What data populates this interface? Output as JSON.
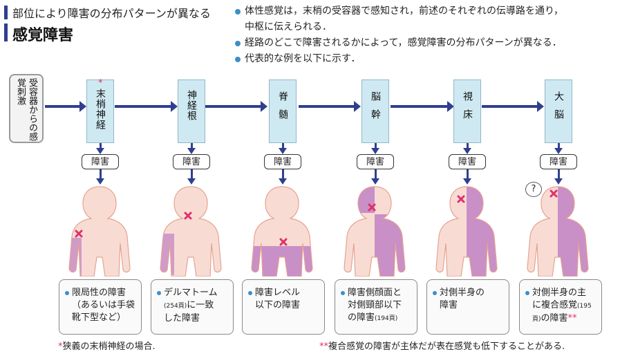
{
  "header": {
    "subtitle": "部位により障害の分布パターンが異なる",
    "title": "感覚障害"
  },
  "bullets": [
    "体性感覚は，末梢の受容器で感知され，前述のそれぞれの伝導路を通り，",
    "中枢に伝えられる．",
    "経路のどこで障害されるかによって，感覚障害の分布パターンが異なる．",
    "代表的な例を以下に示す．"
  ],
  "source": {
    "label": "受容器からの感覚刺激"
  },
  "impairment_label": "障害",
  "sites": [
    {
      "label": "末梢神経",
      "asterisk": "*"
    },
    {
      "label": "神経根"
    },
    {
      "label": "脊髄"
    },
    {
      "label": "脳幹"
    },
    {
      "label": "視床"
    },
    {
      "label": "大脳"
    }
  ],
  "question_mark": "?",
  "results": [
    {
      "l1": "限局性の障害",
      "l2": "（あるいは手袋",
      "l3": "靴下型など）"
    },
    {
      "l1": "デルマトーム",
      "l2a": "(254頁)",
      "l2b": "に一致",
      "l3": "した障害"
    },
    {
      "l1": "障害レベル",
      "l2": "以下の障害"
    },
    {
      "l1": "障害側顔面と",
      "l2": "対側頸部以下",
      "l3a": "の障害",
      "l3b": "(194頁)"
    },
    {
      "l1": "対側半身の",
      "l2": "障害"
    },
    {
      "l1": "対側半身の主",
      "l2": "に複合感覚",
      "l2s": "(195",
      "l3s": "頁)",
      "l3": "の障害",
      "l3m": "**"
    }
  ],
  "footnotes": {
    "left_mark": "*",
    "left": "狭義の末梢神経の場合.",
    "right_mark": "**",
    "right": "複合感覚の障害が主体だが表在感覚も低下することがある."
  },
  "colors": {
    "accent": "#2f3f8f",
    "site_fill": "#cfe9f2",
    "skin": "#f8dcd4",
    "impaired": "#c98fc7",
    "mark": "#e0306a"
  }
}
